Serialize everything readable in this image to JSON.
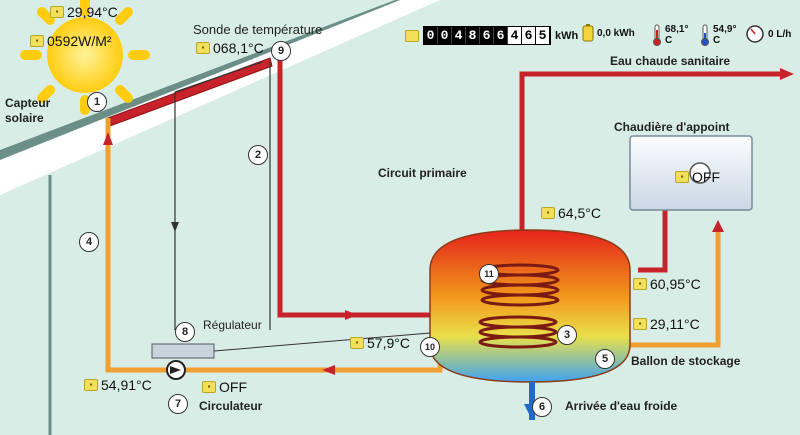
{
  "sensors": {
    "sun_temp": "29,94°C",
    "sun_irradiance": "0592W/M²",
    "probe_temp": "068,1°C",
    "primary_circuit_temp": "64,5°C",
    "boiler_state": "OFF",
    "tank_top_temp": "60,95°C",
    "tank_bottom_temp": "29,11°C",
    "regulator_temp": "57,9°C",
    "return_temp": "54,91°C",
    "pump_state": "OFF"
  },
  "counter": {
    "digits_black": [
      "0",
      "0",
      "4",
      "8",
      "6",
      "6"
    ],
    "digits_white": [
      "4",
      "6",
      "5"
    ],
    "unit": "kWh"
  },
  "indicators": {
    "power": "0,0 kWh",
    "temp_hot_value": "68,1°",
    "temp_hot_unit": "C",
    "temp_cold_value": "54,9°",
    "temp_cold_unit": "C",
    "flow": "0 L/h"
  },
  "labels": {
    "probe": "Sonde de température",
    "collector_line1": "Capteur",
    "collector_line2": "solaire",
    "hot_water": "Eau chaude sanitaire",
    "backup_boiler": "Chaudière d'appoint",
    "primary_circuit": "Circuit primaire",
    "regulator": "Régulateur",
    "storage_tank": "Ballon de stockage",
    "cold_water": "Arrivée d'eau froide",
    "circulator": "Circulateur"
  },
  "numbers": [
    "1",
    "2",
    "3",
    "4",
    "5",
    "6",
    "7",
    "8",
    "9",
    "10",
    "11"
  ],
  "colors": {
    "pipe_red": "#c8232a",
    "pipe_orange": "#f0a030",
    "tank_top": "#e8201c",
    "tank_bottom": "#39a0f0",
    "sun": "#ffd21a"
  }
}
